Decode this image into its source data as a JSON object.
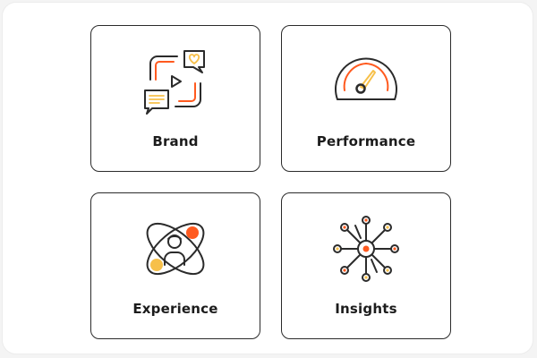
{
  "colors": {
    "stroke": "#2b2b2b",
    "orange": "#ff5a1f",
    "yellow": "#f7c04a",
    "card_border": "#2b2b2b",
    "text": "#1c1c1c"
  },
  "cards": [
    {
      "label": "Brand",
      "icon": "social-media-icon"
    },
    {
      "label": "Performance",
      "icon": "speedometer-icon"
    },
    {
      "label": "Experience",
      "icon": "user-orbit-icon"
    },
    {
      "label": "Insights",
      "icon": "network-hub-icon"
    }
  ]
}
